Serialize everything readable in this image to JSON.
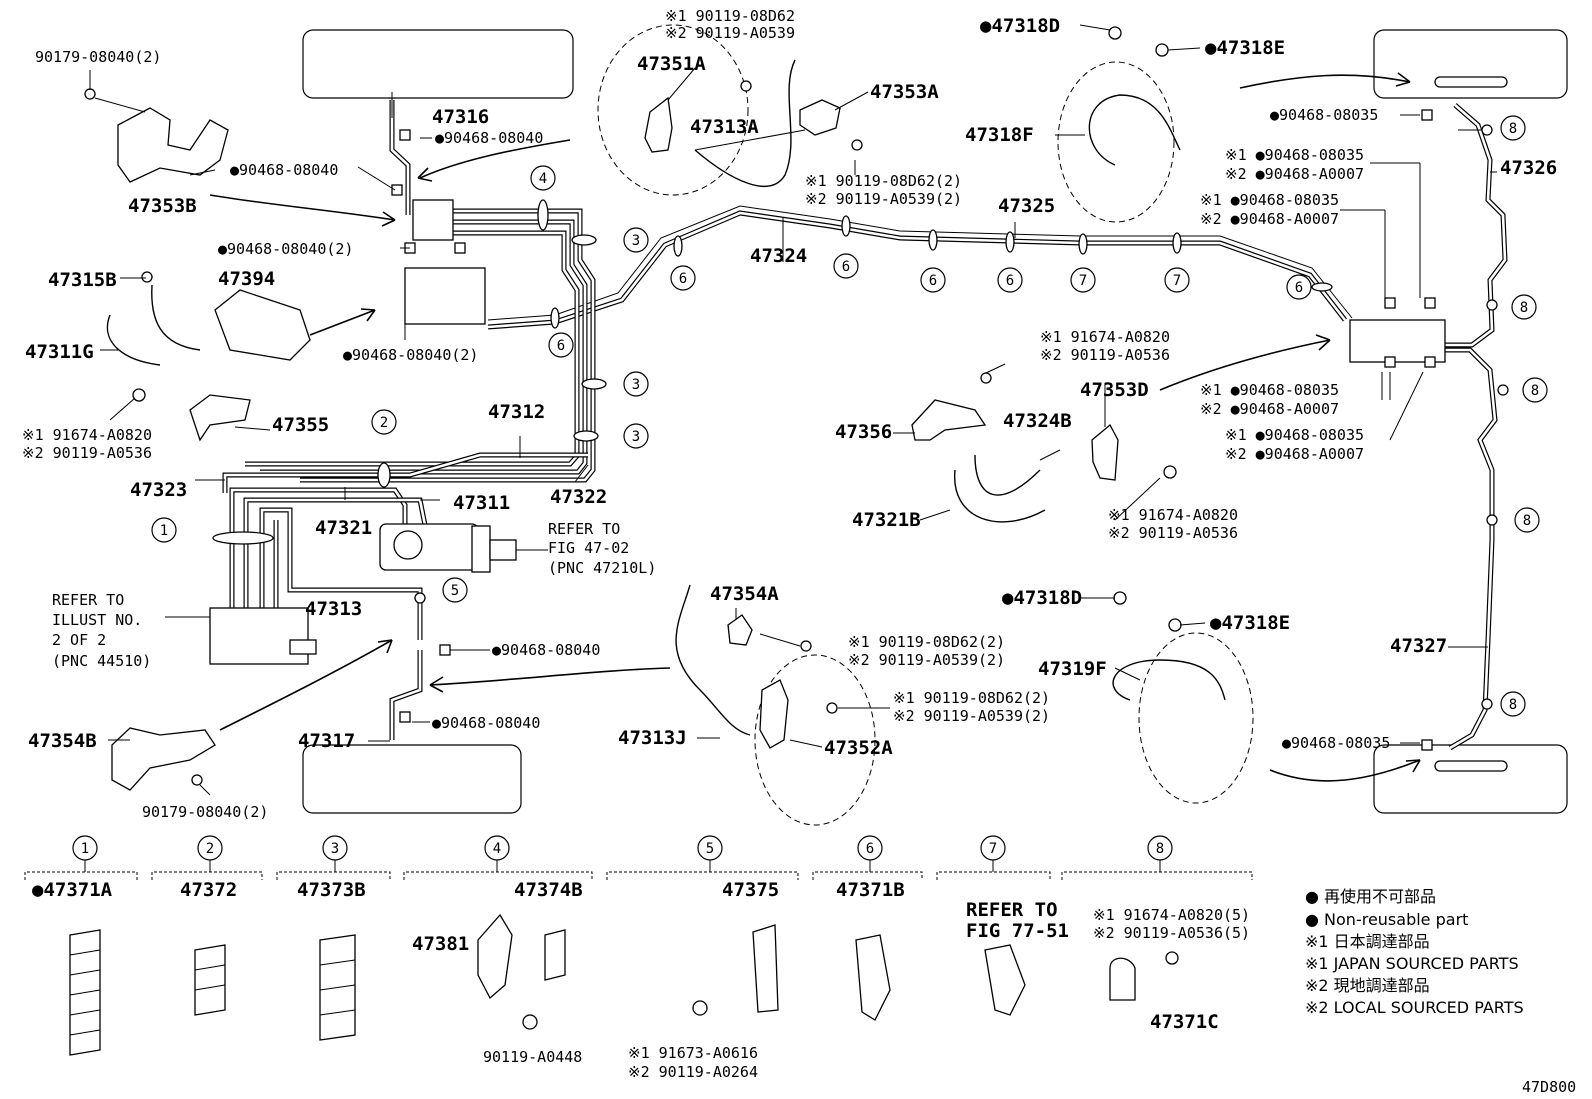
{
  "callouts": {
    "p90179_top": "90179-08040(2)",
    "p47353B": "47353B",
    "p47316": "47316",
    "u_top1": "●90468-08040",
    "u_top2": "●90468-08040",
    "u_top3": "●90468-08040(2)",
    "u_mid": "●90468-08040(2)",
    "p47315B": "47315B",
    "p47394": "47394",
    "p47311G": "47311G",
    "p47355": "47355",
    "b355_1": "※1 91674-A0820",
    "b355_2": "※2 90119-A0536",
    "b351_1": "※1 90119-08D62",
    "b351_2": "※2 90119-A0539",
    "p47351A": "47351A",
    "p47313A": "47313A",
    "p47353A": "47353A",
    "b353A_1": "※1 90119-08D62(2)",
    "b353A_2": "※2 90119-A0539(2)",
    "p47323": "47323",
    "p47312": "47312",
    "p47321": "47321",
    "p47311": "47311",
    "p47322": "47322",
    "p47313": "47313",
    "refer_fig1": "REFER TO",
    "refer_fig2": "FIG 47-02",
    "refer_fig3": "(PNC 47210L)",
    "refer_ill1": "REFER TO",
    "refer_ill2": "ILLUST NO.",
    "refer_ill3": "2 OF 2",
    "refer_ill4": "(PNC 44510)",
    "u_47354": "●90468-08040",
    "u_47317": "●90468-08040",
    "p47354B": "47354B",
    "p47317": "47317",
    "p90179_bot": "90179-08040(2)",
    "p47354A": "47354A",
    "b354A_1": "※1 90119-08D62(2)",
    "b354A_2": "※2 90119-A0539(2)",
    "p47313J": "47313J",
    "p47352A": "47352A",
    "b352A_1": "※1 90119-08D62(2)",
    "b352A_2": "※2 90119-A0539(2)",
    "p47324": "47324",
    "p47325": "47325",
    "p47318D_t": "●47318D",
    "p47318E_t": "●47318E",
    "p47318F": "47318F",
    "u_rt_top": "●90468-08035",
    "p47326": "47326",
    "r1_1": "※1 ●90468-08035",
    "r1_2": "※2 ●90468-A0007",
    "r2_1": "※1 ●90468-08035",
    "r2_2": "※2 ●90468-A0007",
    "b356_1": "※1 91674-A0820",
    "b356_2": "※2 90119-A0536",
    "p47353D": "47353D",
    "r3_1": "※1 ●90468-08035",
    "r3_2": "※2 ●90468-A0007",
    "p47356": "47356",
    "p47324B": "47324B",
    "r4_1": "※1 ●90468-08035",
    "r4_2": "※2 ●90468-A0007",
    "p47321B": "47321B",
    "b321B_1": "※1 91674-A0820",
    "b321B_2": "※2 90119-A0536",
    "p47318D_b": "●47318D",
    "p47318E_b": "●47318E",
    "p47319F": "47319F",
    "p47327": "47327",
    "u_rt_bot": "●90468-08035"
  },
  "circles": [
    "1",
    "2",
    "3",
    "4",
    "5",
    "6",
    "7",
    "8"
  ],
  "bottom_groups": [
    {
      "num": "1",
      "label": "●47371A"
    },
    {
      "num": "2",
      "label": "47372"
    },
    {
      "num": "3",
      "label": "47373B"
    },
    {
      "num": "4",
      "label": "47374B",
      "extra1": "47381",
      "extra2": "90119-A0448"
    },
    {
      "num": "5",
      "label": "47375",
      "extra1": "※1 91673-A0616",
      "extra2": "※2 90119-A0264"
    },
    {
      "num": "6",
      "label": "47371B"
    },
    {
      "num": "7",
      "label": "REFER TO",
      "label2": "FIG 77-51"
    },
    {
      "num": "8",
      "label": "47371C",
      "extra1": "※1 91674-A0820(5)",
      "extra2": "※2 90119-A0536(5)"
    }
  ],
  "legend": {
    "l1": "● 再使用不可部品",
    "l2": "● Non-reusable part",
    "l3": "※1 日本調達部品",
    "l4": "※1 JAPAN SOURCED PARTS",
    "l5": "※2 現地調達部品",
    "l6": "※2 LOCAL SOURCED PARTS"
  },
  "figure_code": "47D800"
}
